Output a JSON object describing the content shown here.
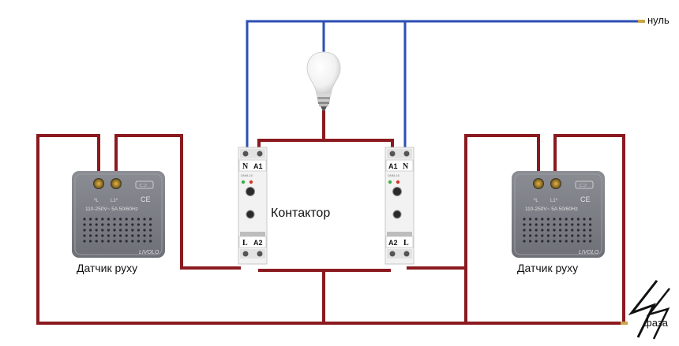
{
  "labels": {
    "neutral": "нуль",
    "phase": "фаза",
    "contactor": "Контактор",
    "sensor_left": "Датчик руху",
    "sensor_right": "Датчик руху"
  },
  "sensor": {
    "terminal_1": "⁰L",
    "terminal_2": "L1⁰",
    "rating": "110-250V~ 5A 50/60Hz",
    "brand": "LIVOLO",
    "badge": "⊂⊃",
    "ce": "CE"
  },
  "contactor_left": {
    "top_n": "N",
    "top_a": "A1",
    "bottom_l": "L",
    "bottom_a": "A2",
    "model": "DNM-16"
  },
  "contactor_right": {
    "top_n": "N",
    "top_a": "A1",
    "bottom_l": "L",
    "bottom_a": "A2",
    "model": "DNM-16"
  },
  "colors": {
    "neutral_wire": "#2b4fb3",
    "phase_wire": "#8a1a1f",
    "sensor_body": "#7b7e84",
    "contactor_body": "#f2f2f2"
  },
  "icons": [
    "light-bulb-icon",
    "lightning-logo-icon"
  ]
}
